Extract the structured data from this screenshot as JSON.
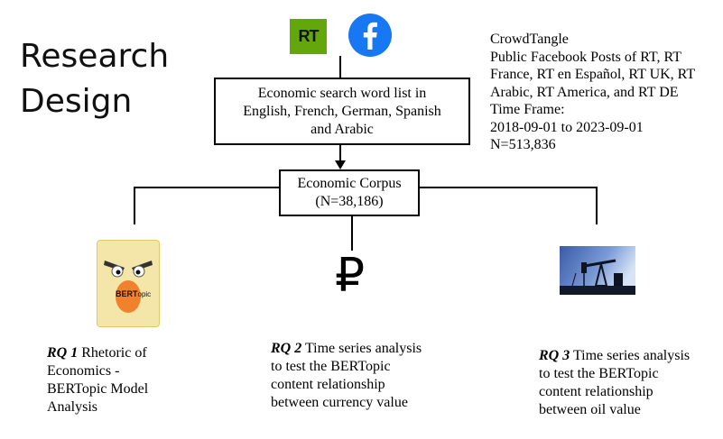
{
  "slide": {
    "title_line1": "Research",
    "title_line2": "Design"
  },
  "logos": {
    "rt_text": "RT",
    "rt_color": "#64a70b",
    "facebook_color": "#1877f2"
  },
  "search_box": {
    "line1": "Economic search word list in",
    "line2": "English, French, German, Spanish",
    "line3": "and Arabic"
  },
  "corpus_box": {
    "line1": "Economic Corpus",
    "line2": "(N=38,186)"
  },
  "data_source": {
    "line1": "CrowdTangle",
    "line2": "Public Facebook Posts of RT, RT",
    "line3": "France, RT en Español, RT UK, RT",
    "line4": "Arabic, RT America, and RT DE",
    "line5": "Time Frame:",
    "line6": "2018-09-01 to 2023-09-01",
    "line7": "N=513,836"
  },
  "bertopic_image": {
    "label_bert": "BERT",
    "label_opic": "opic"
  },
  "ruble_symbol": "₽",
  "research_questions": [
    {
      "id": "RQ 1",
      "lines": [
        "Rhetoric of",
        "Economics -",
        "BERTopic Model",
        "Analysis"
      ]
    },
    {
      "id": "RQ 2",
      "lines": [
        "Time series analysis",
        "to test the BERTopic",
        "content relationship",
        "between currency value"
      ]
    },
    {
      "id": "RQ 3",
      "lines": [
        "Time series analysis",
        "to test the BERTopic",
        "content relationship",
        "between oil value"
      ]
    }
  ]
}
